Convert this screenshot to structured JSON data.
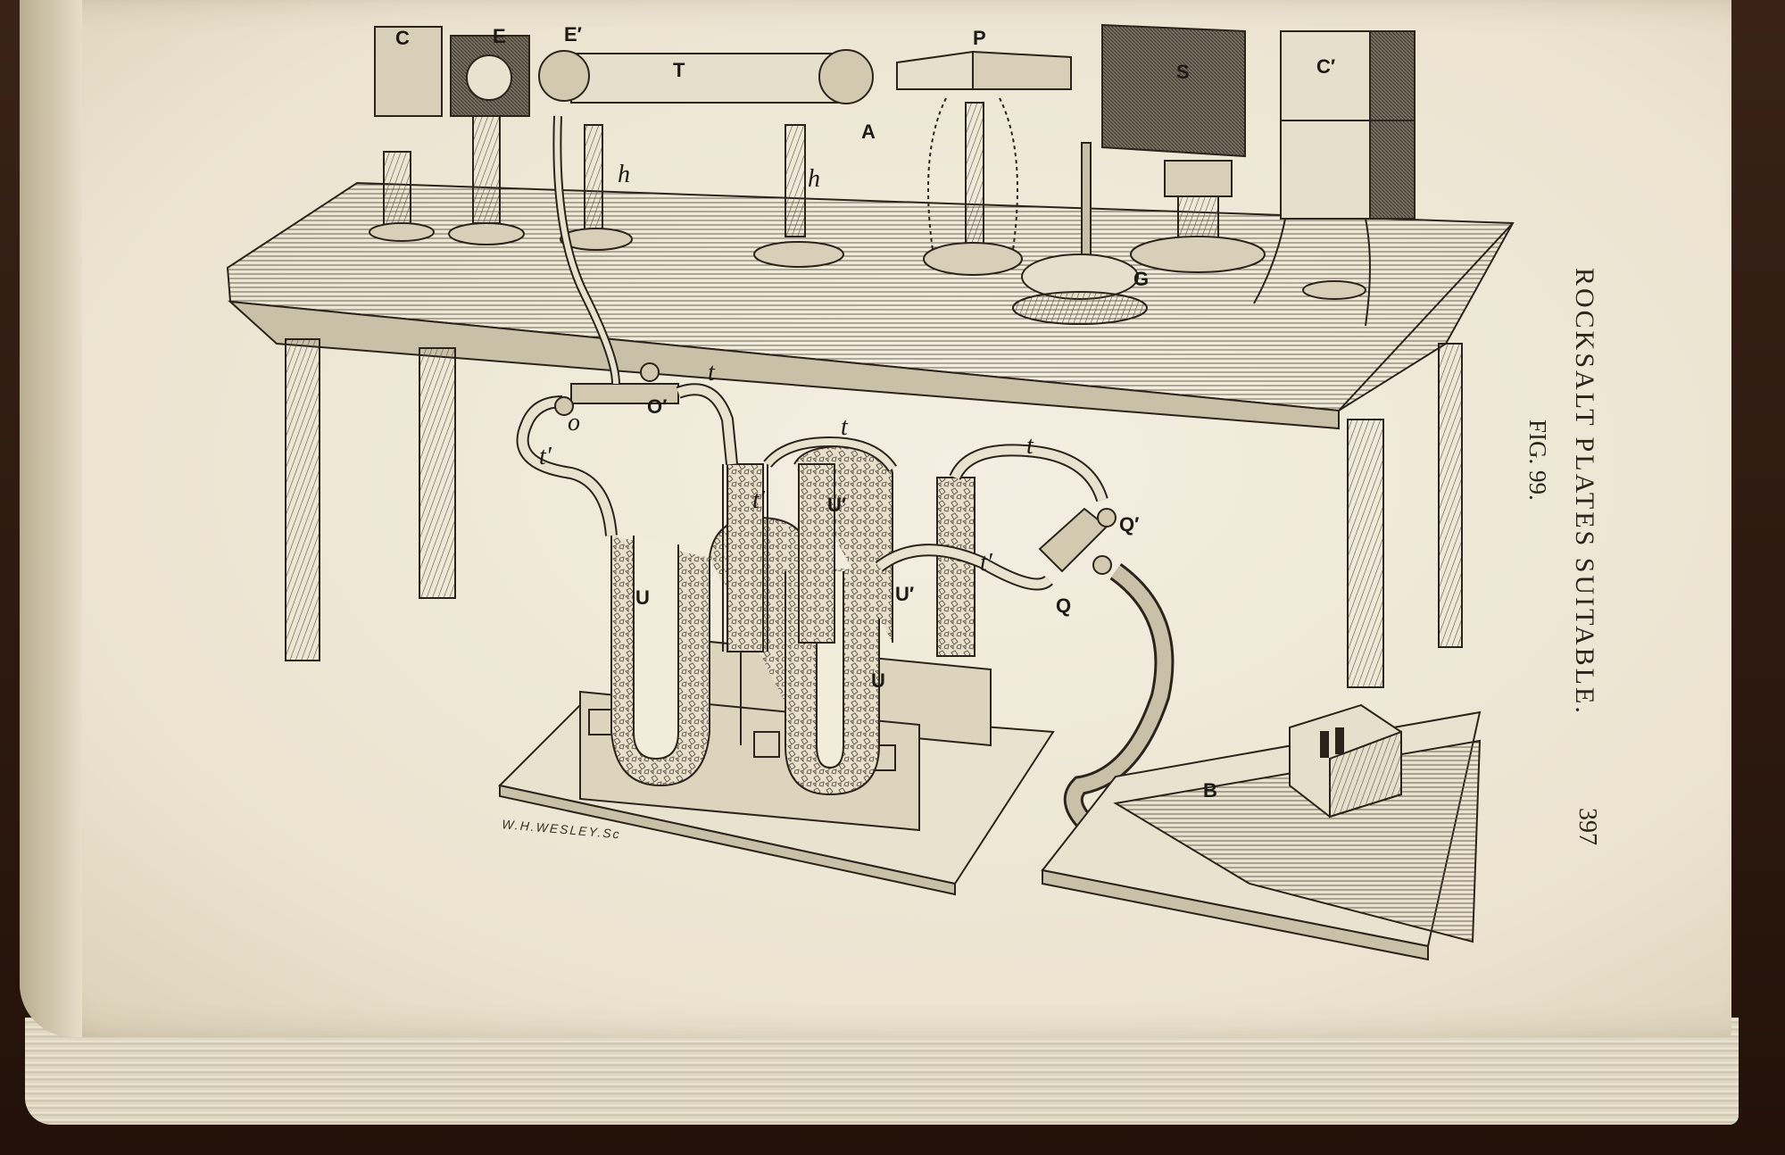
{
  "page": {
    "running_head": "ROCKSALT PLATES SUITABLE.",
    "figure_caption": "FIG. 99.",
    "page_number": "397",
    "engraver_signature": "W.H.WESLEY.Sc"
  },
  "figure": {
    "labels": {
      "C": "C",
      "E": "E",
      "E_prime": "E′",
      "T": "T",
      "P": "P",
      "S": "S",
      "C_prime": "C′",
      "A": "A",
      "h1": "h",
      "h2": "h",
      "G": "G",
      "o": "o",
      "O_prime": "O′",
      "t_top": "t",
      "t_prime_left": "t′",
      "t_mid": "t",
      "t_right": "t",
      "t_prime_inner": "t′",
      "U_prime_a": "U′",
      "Q_prime": "Q′",
      "t_prime_right": "t′",
      "U_left": "U",
      "U_prime_b": "U′",
      "Q": "Q",
      "U_mid": "U",
      "B": "B"
    }
  },
  "colors": {
    "paper": "#efe8d6",
    "ink": "#1d1914",
    "binding": "#2a1810"
  }
}
